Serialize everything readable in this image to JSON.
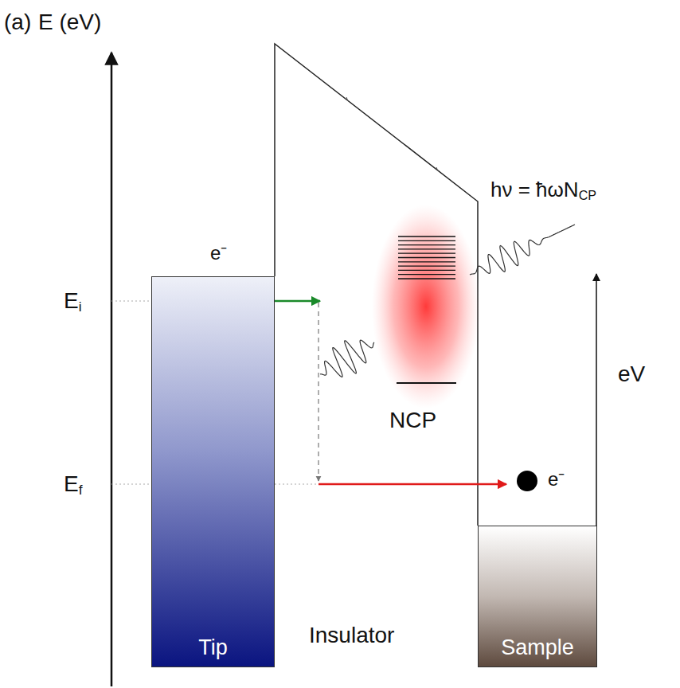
{
  "diagram": {
    "nodes": [
      {
        "text": [
          "Tip"
        ]
      },
      {
        "text": [
          "Sample"
        ]
      }
    ],
    "labels": [
      "(a)",
      "E (eV)",
      "e⁻",
      "Ei",
      "Ef",
      "NCP",
      "hν = ħωNCP",
      "eV",
      "e⁻",
      "Insulator"
    ]
  }
}
